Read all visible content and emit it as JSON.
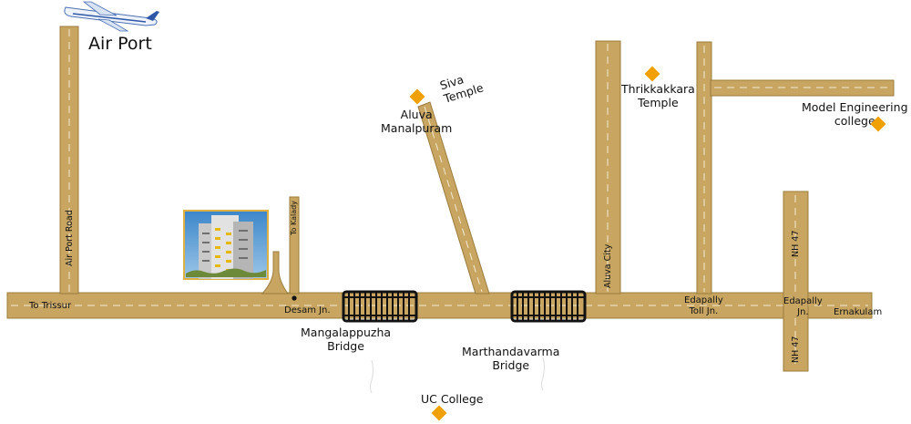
{
  "colors": {
    "road_fill": "#c8a661",
    "road_edge": "#9b7c3d",
    "lane_dash": "#f3ead4",
    "bridge": "#111111",
    "marker": "#f0a000"
  },
  "airport": {
    "label": "Air Port",
    "icon": "airplane-icon"
  },
  "landmarks": {
    "siva_line1": "Siva",
    "siva_line2": "Temple",
    "thrikkakkara_line1": "Thrikkakkara",
    "thrikkakkara_line2": "Temple",
    "mec_line1": "Model Engineering",
    "mec_line2": "college",
    "uc_college": "UC  College"
  },
  "places": {
    "aluva_manalpuram_line1": "Aluva",
    "aluva_manalpuram_line2": "Manalpuram",
    "desam_jn": "Desam Jn.",
    "edapally_toll_line1": "Edapally",
    "edapally_toll_line2": "Toll Jn.",
    "edapally_jn_line1": "Edapally",
    "edapally_jn_line2": "Jn.",
    "ernakulam": "Ernakulam"
  },
  "roads": {
    "to_trissur": "To Trissur",
    "air_port_road": "Air Port Road",
    "to_kalady": "To Kalady",
    "aluva_city": "Aluva City",
    "nh47_top": "NH 47",
    "nh47_bottom": "NH 47"
  },
  "bridges": {
    "mangalappuzha_line1": "Mangalappuzha",
    "mangalappuzha_line2": "Bridge",
    "marthandavarma_line1": "Marthandavarma",
    "marthandavarma_line2": "Bridge"
  },
  "building_photo": "building-photo"
}
